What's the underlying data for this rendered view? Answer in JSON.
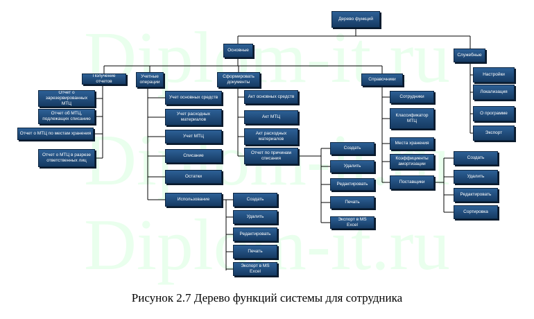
{
  "watermark": "Diplom-it.ru",
  "caption": "Рисунок 2.7 Дерево функций системы для сотрудника",
  "colors": {
    "box": "#1f4e79",
    "line": "#000000",
    "watermark": "#78ff8c"
  },
  "nodes": {
    "root": "Дерево функций",
    "osnovnye": "Основные",
    "sluzhebnye": "Служебные",
    "poluchenie": "Получение отчетов",
    "uchetnye": "Учетные операции",
    "formirovanie": "Сформировать документы",
    "spravochniki": "Справочники",
    "r1": "Отчет о зарезервированных МТЦ",
    "r2": "Отчет об МТЦ, подлежащих списанию",
    "r3": "Отчет о МТЦ по местам хранения",
    "r4": "Отчет о МТЦ в разрезе ответственных лиц",
    "u1": "Учет основных средств",
    "u2": "Учет расходных материалов",
    "u3": "Учет МТЦ",
    "u4": "Списание",
    "u5": "Остатки",
    "u6": "Использование",
    "ua1": "Создать",
    "ua2": "Удалить",
    "ua3": "Редактировать",
    "ua4": "Печать",
    "ua5": "Экспорт в MS Excel",
    "f1": "Акт основных средств",
    "f2": "Акт МТЦ",
    "f3": "Акт расходных материалов",
    "f4": "Отчет по причинам списания",
    "fa1": "Создать",
    "fa2": "Удалить",
    "fa3": "Редактировать",
    "fa4": "Печать",
    "fa5": "Экспорт в MS Excel",
    "s1": "Сотрудники",
    "s2": "Классификатор МТЦ",
    "s3": "Места хранения",
    "s4": "Коэффициенты амортизации",
    "s5": "Поставщики",
    "sa1": "Создать",
    "sa2": "Удалить",
    "sa3": "Редактировать",
    "sa4": "Сортировка",
    "l1": "Настройки",
    "l2": "Локализация",
    "l3": "О программе",
    "l4": "Экспорт"
  }
}
